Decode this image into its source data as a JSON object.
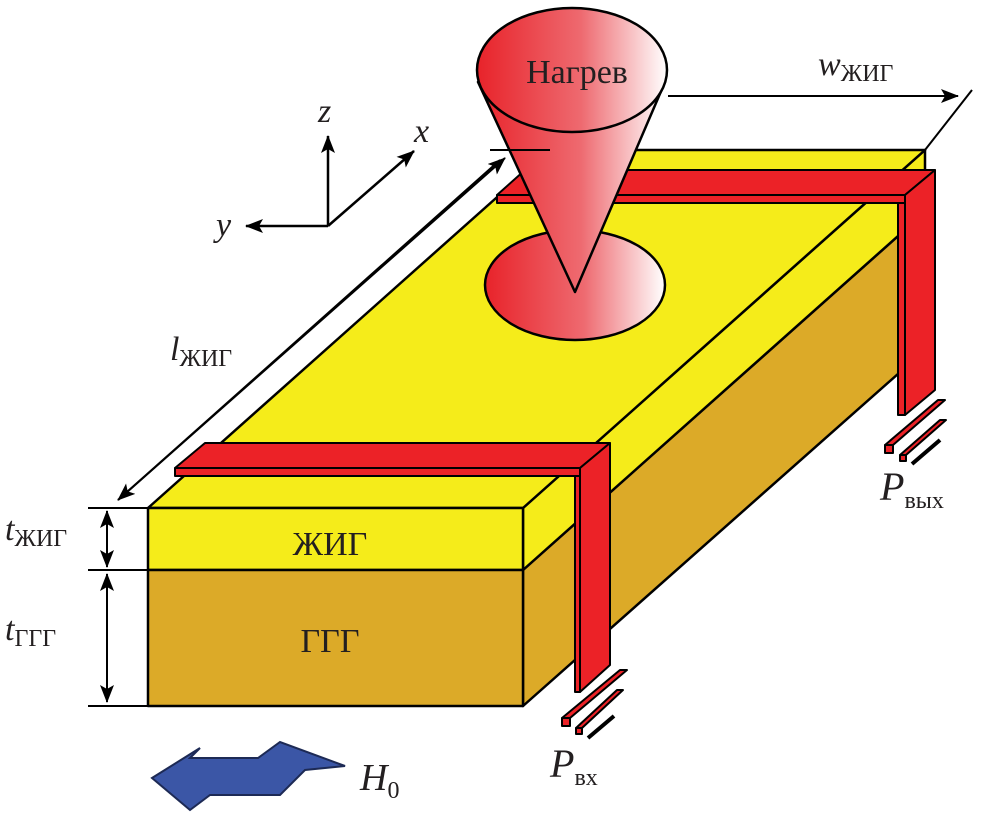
{
  "labels": {
    "heating": "Нагрев",
    "w_main": "w",
    "w_sub": "ЖИГ",
    "l_main": "l",
    "l_sub": "ЖИГ",
    "t_yig_main": "t",
    "t_yig_sub": "ЖИГ",
    "t_ggg_main": "t",
    "t_ggg_sub": "ГГГ",
    "yig_layer": "ЖИГ",
    "ggg_layer": "ГГГ",
    "p_in_main": "P",
    "p_in_sub": "вх",
    "p_out_main": "P",
    "p_out_sub": "вых",
    "h_main": "H",
    "h_sub": "0",
    "axis_x": "x",
    "axis_y": "y",
    "axis_z": "z"
  },
  "colors": {
    "yig": "#F5EC1A",
    "ggg": "#DCAA28",
    "strip": "#EC2227",
    "field_arrow": "#3B56A6"
  }
}
